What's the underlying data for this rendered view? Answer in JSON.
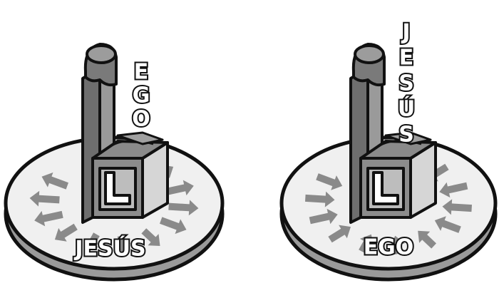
{
  "scenes": [
    {
      "throne_letters": [
        "E",
        "G",
        "O"
      ],
      "base_label": "JESÚS",
      "arrows": "outward"
    },
    {
      "throne_letters": [
        "J",
        "E",
        "S",
        "Ú",
        "S"
      ],
      "base_label": "EGO",
      "arrows": "inward"
    }
  ],
  "colors": {
    "outline": "#111111",
    "throne_dark": "#6e6e6e",
    "throne_mid": "#8c8c8c",
    "throne_light": "#cfcfcf",
    "disc_top": "#efefef",
    "disc_side": "#9a9a9a",
    "arrow": "#8a8a8a"
  }
}
